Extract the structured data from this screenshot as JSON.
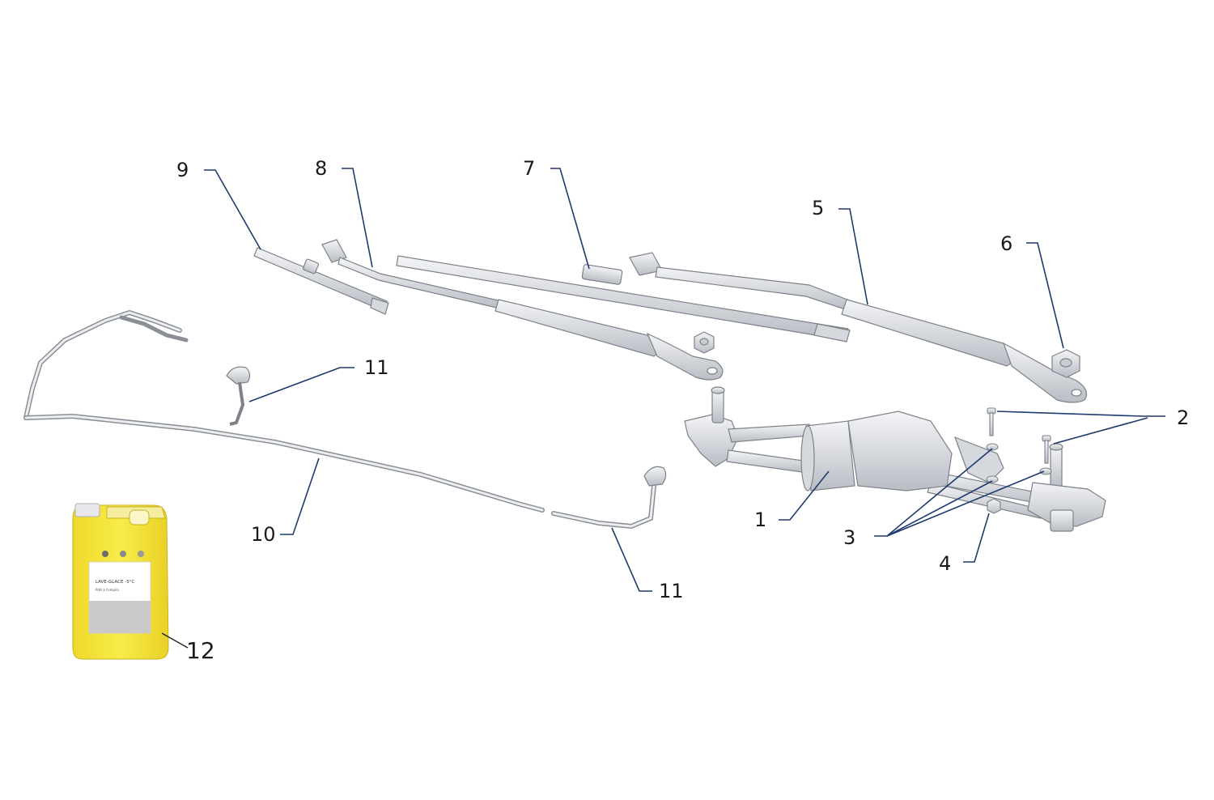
{
  "callouts": [
    {
      "id": "1",
      "label": "1"
    },
    {
      "id": "2",
      "label": "2"
    },
    {
      "id": "3",
      "label": "3"
    },
    {
      "id": "4",
      "label": "4"
    },
    {
      "id": "5",
      "label": "5"
    },
    {
      "id": "6",
      "label": "6"
    },
    {
      "id": "7",
      "label": "7"
    },
    {
      "id": "8",
      "label": "8"
    },
    {
      "id": "9",
      "label": "9"
    },
    {
      "id": "10",
      "label": "10"
    },
    {
      "id": "11a",
      "label": "11"
    },
    {
      "id": "11b",
      "label": "11"
    },
    {
      "id": "12",
      "label": "12"
    }
  ],
  "product": {
    "label_title": "LAVE-GLACE -5°C",
    "label_sub": "Prêt à l'emploi"
  },
  "colors": {
    "leader": "#1f3a6e",
    "part_fill": "#e4e6ea",
    "part_stroke": "#7d828a",
    "fluid": "#f3e43a",
    "cap": "#e8e8ec"
  }
}
